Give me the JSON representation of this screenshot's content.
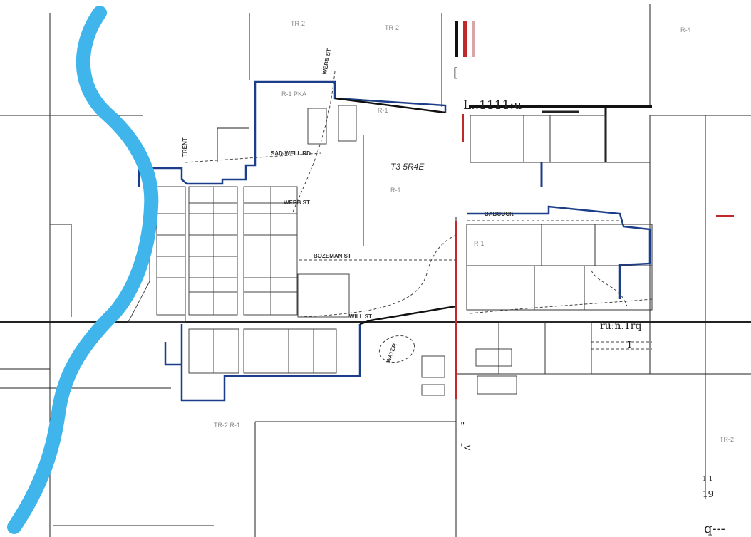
{
  "map": {
    "township_label": "T3 5R4E",
    "streets": {
      "webb_vertical": "WEBB ST",
      "webb_horizontal": "WEBB ST",
      "saddlewell": "SAD-WELL RD",
      "bozeman": "BOZEMAN ST",
      "will": "WILL ST",
      "babcock": "BABCOCK",
      "valley_center": "WATER",
      "tremont": "TRENT"
    },
    "zones": {
      "nw_top": "TR-2",
      "top_mid": "TR-2",
      "pm": "R-1 PKA",
      "mid": "R-1",
      "ne": "R-4",
      "cc": "R-1",
      "south": "TR-2 R-1",
      "rural_e": "R-1",
      "rural_se": "TR-2"
    },
    "annotations": {
      "header_text": "L..1111:u",
      "east_text": "ru:n.1rq",
      "bracket": "[",
      "quote_mark": "\"",
      "k_mark": "'<",
      "side_num": "19",
      "corner_text": "q---",
      "pipe_text": "----I",
      "side_marks": "1 1"
    },
    "colors": {
      "river": "#3fb5ec",
      "boundary": "#1c3e8a",
      "line": "#1a1a1a",
      "red_line": "#c0282a"
    }
  }
}
